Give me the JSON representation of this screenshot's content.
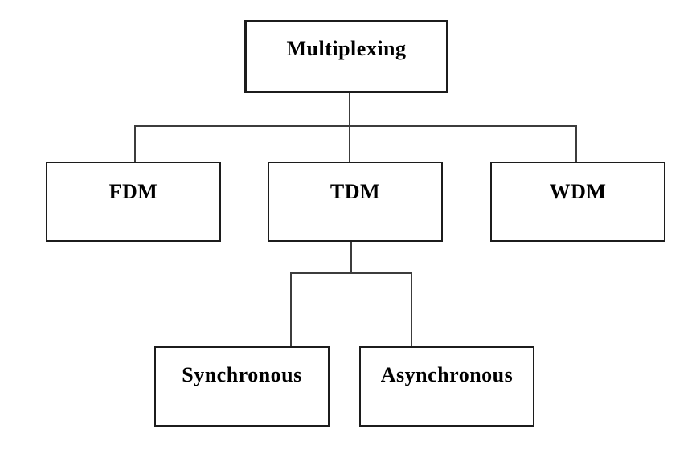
{
  "diagram": {
    "type": "hierarchy-tree",
    "nodes": {
      "root": {
        "label": "Multiplexing"
      },
      "fdm": {
        "label": "FDM"
      },
      "tdm": {
        "label": "TDM"
      },
      "wdm": {
        "label": "WDM"
      },
      "sync": {
        "label": "Synchronous"
      },
      "async": {
        "label": "Asynchronous"
      }
    },
    "edges": [
      {
        "from": "root",
        "to": "fdm"
      },
      {
        "from": "root",
        "to": "tdm"
      },
      {
        "from": "root",
        "to": "wdm"
      },
      {
        "from": "tdm",
        "to": "sync"
      },
      {
        "from": "tdm",
        "to": "async"
      }
    ]
  },
  "colors": {
    "canvas_bg": "#ffffff",
    "box_bg": "#ffffff",
    "box_border": "#1c1c1c",
    "line": "#3c3c3c",
    "text": "#000000"
  }
}
